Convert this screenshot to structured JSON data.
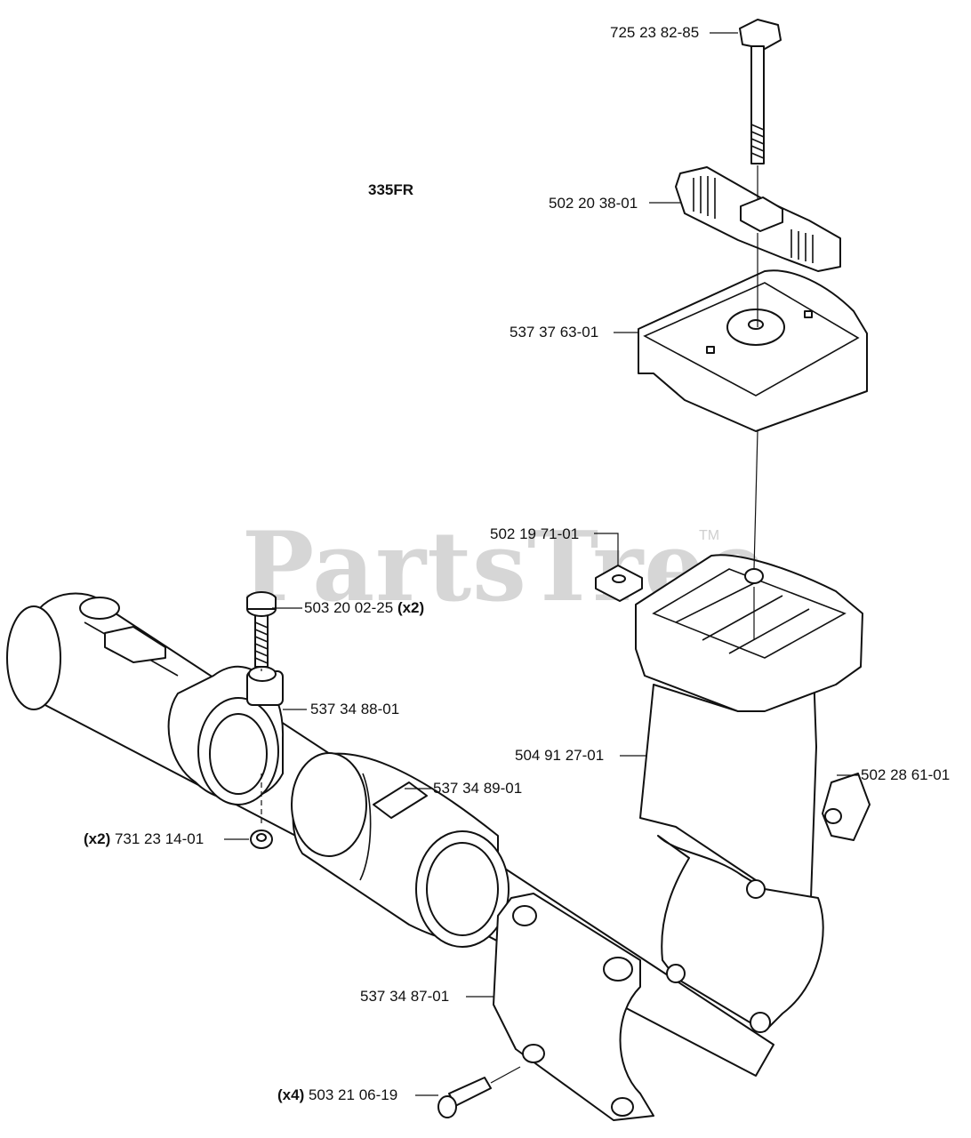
{
  "model": "335FR",
  "watermark": "PartsTree",
  "trademark": "TM",
  "parts": [
    {
      "id": "bolt-top",
      "number": "725 23 82-85",
      "qty": ""
    },
    {
      "id": "knob",
      "number": "502 20 38-01",
      "qty": ""
    },
    {
      "id": "cover",
      "number": "537 37 63-01",
      "qty": ""
    },
    {
      "id": "square-nut",
      "number": "502 19 71-01",
      "qty": ""
    },
    {
      "id": "screw-clamp",
      "number": "503 20 02-25",
      "qty": "(x2)"
    },
    {
      "id": "clamp-ring",
      "number": "537 34 88-01",
      "qty": ""
    },
    {
      "id": "handle-body",
      "number": "504 91 27-01",
      "qty": ""
    },
    {
      "id": "clip",
      "number": "502 28 61-01",
      "qty": ""
    },
    {
      "id": "sleeve",
      "number": "537 34 89-01",
      "qty": ""
    },
    {
      "id": "nut-small",
      "number": "731 23 14-01",
      "qty": "(x2)"
    },
    {
      "id": "lower-clamp",
      "number": "537 34 87-01",
      "qty": ""
    },
    {
      "id": "screw-lower",
      "number": "503 21 06-19",
      "qty": "(x4)"
    }
  ]
}
